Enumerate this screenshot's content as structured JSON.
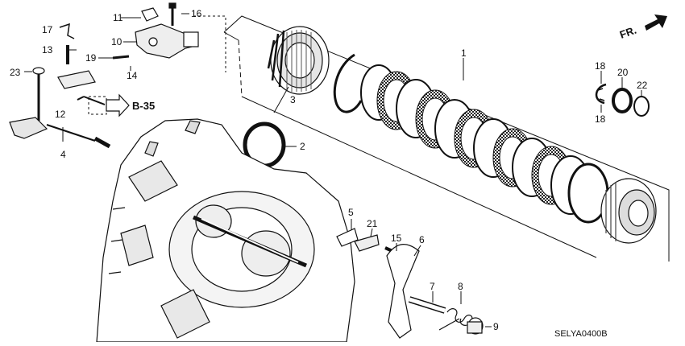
{
  "callouts": {
    "c1": "1",
    "c2": "2",
    "c3": "3",
    "c4": "4",
    "c5": "5",
    "c6": "6",
    "c7": "7",
    "c8": "8",
    "c9": "9",
    "c10": "10",
    "c11": "11",
    "c12": "12",
    "c13": "13",
    "c14": "14",
    "c15": "15",
    "c16": "16",
    "c17": "17",
    "c18a": "18",
    "c18b": "18",
    "c19": "19",
    "c20": "20",
    "c21": "21",
    "c22": "22",
    "c23": "23"
  },
  "reference_label": "B-35",
  "front_label": "FR.",
  "diagram_code": "SELYA0400B"
}
